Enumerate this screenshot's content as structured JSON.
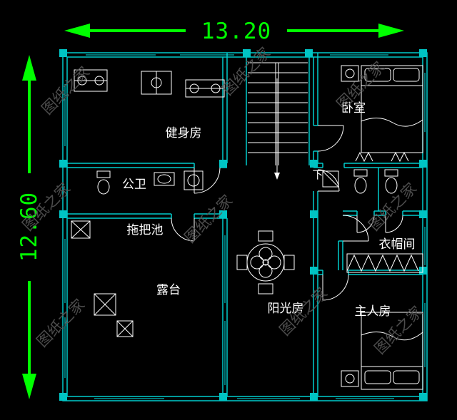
{
  "colors": {
    "background": "#000000",
    "dimension": "#00ff00",
    "wall": "#00cccc",
    "detail": "#ffffff",
    "watermark": "#5a5a5a"
  },
  "dimensions": {
    "width_label": "13.20",
    "height_label": "12.60"
  },
  "rooms": {
    "gym": "健身房",
    "bedroom": "卧室",
    "public_bath": "公卫",
    "mop_pool": "拖把池",
    "cloakroom": "衣帽间",
    "terrace": "露台",
    "sunroom": "阳光房",
    "master_room": "主人房"
  },
  "stairs": {
    "down_label": "下"
  },
  "watermark": {
    "text": "图纸之家"
  }
}
